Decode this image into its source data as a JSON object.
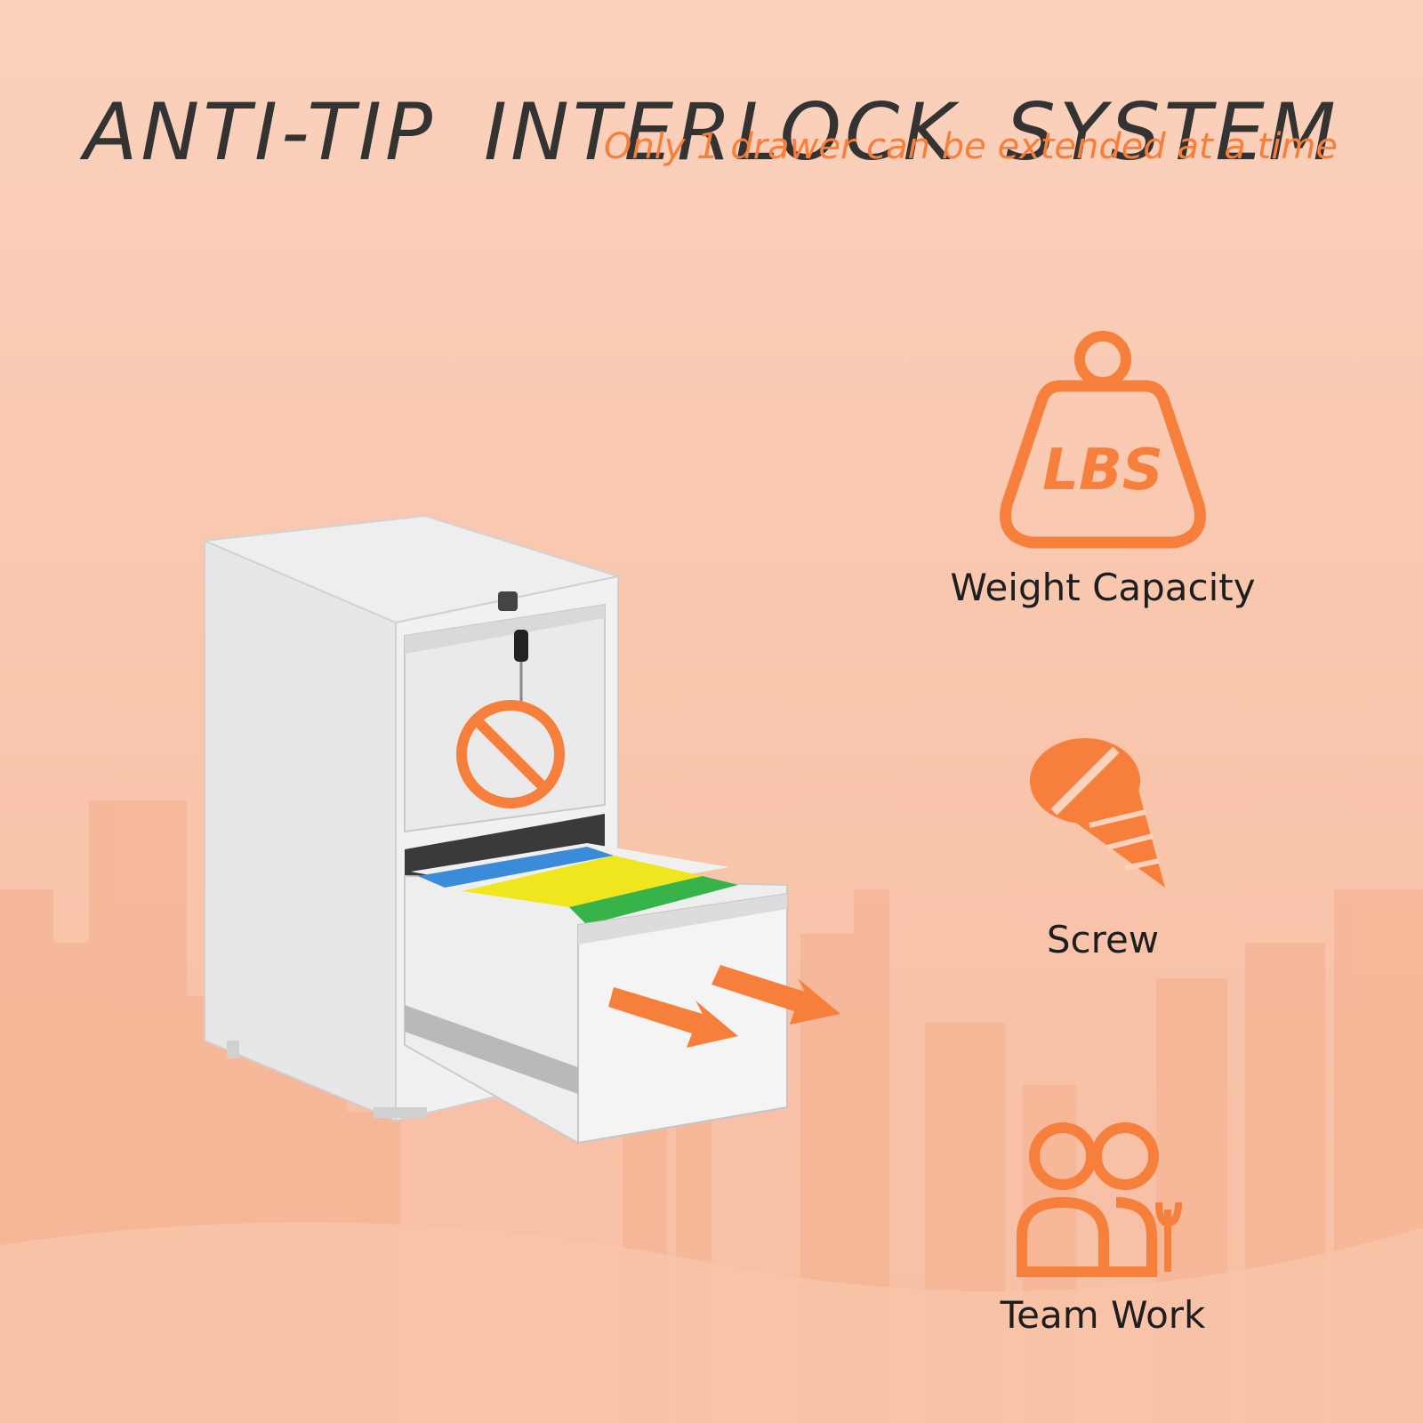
{
  "header": {
    "title": "ANTI-TIP  INTERLOCK  SYSTEM",
    "subtitle": "Only 1 drawer can be extended at a time"
  },
  "features": [
    {
      "icon": "weight-lbs-icon",
      "icon_text": "LBS",
      "label": "Weight Capacity"
    },
    {
      "icon": "screw-icon",
      "label": "Screw"
    },
    {
      "icon": "team-work-icon",
      "label": "Team Work"
    }
  ],
  "colors": {
    "background": "#fbd2bd",
    "accent": "#f57f3b",
    "title": "#333333"
  }
}
